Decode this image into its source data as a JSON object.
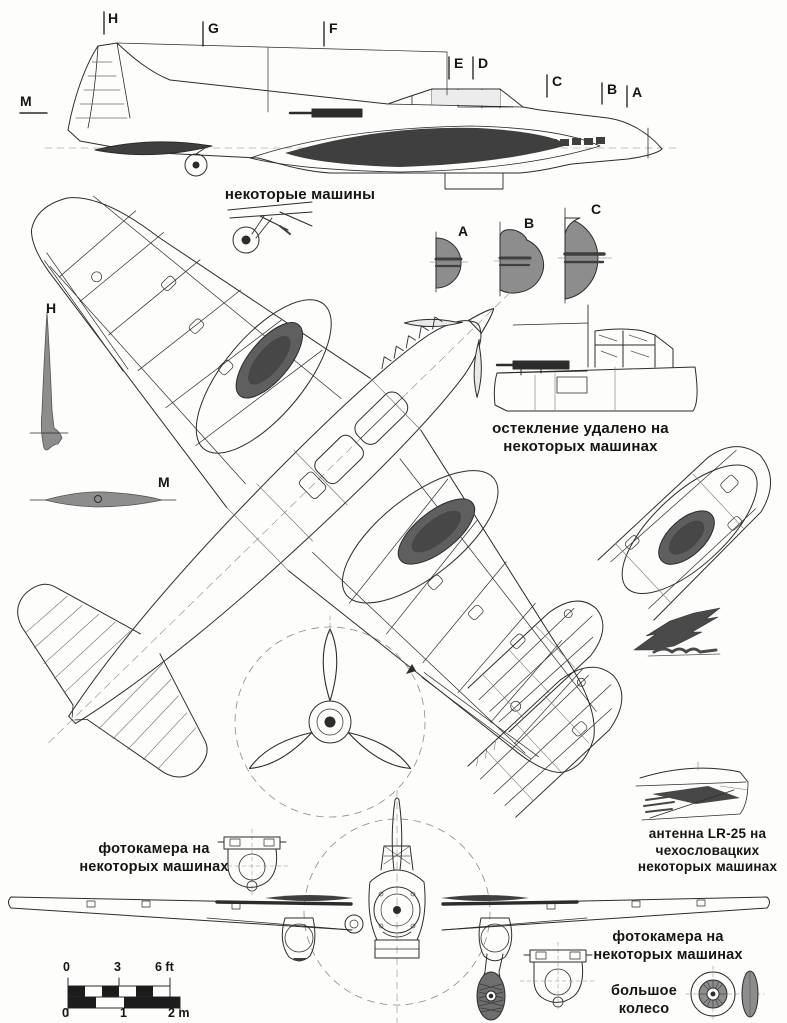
{
  "figure": "three-view line drawing of Ilyushin Il-2 ground attack aircraft",
  "colors": {
    "ink": "#2c2c2c",
    "gray_fill": "#8d8d8d",
    "dark_fill": "#3f3f3f",
    "mid_fill": "#5f5f5f",
    "paper": "#fdfdfb"
  },
  "captions": {
    "some_machines": "некоторые машины",
    "glazing_line1": "остекление удалено на",
    "glazing_line2": "некоторых машинах",
    "antenna_line1": "антенна LR-25  на",
    "antenna_line2": "чехословацких",
    "antenna_line3": "некоторых машинах",
    "camera1_line1": "фотокамера  на",
    "camera1_line2": "некоторых машинах",
    "camera2_line1": "фотокамера  на",
    "camera2_line2": "некоторых машинах",
    "big_wheel_line1": "большое",
    "big_wheel_line2": "колесо"
  },
  "sections": {
    "side": [
      "H",
      "G",
      "F",
      "E",
      "D",
      "C",
      "B",
      "A"
    ],
    "cross": [
      "A",
      "B",
      "C"
    ],
    "datum_top": "M",
    "fin": "H",
    "airfoil": "M"
  },
  "scale": {
    "ft": [
      "0",
      "3",
      "6 ft"
    ],
    "m": [
      "0",
      "1",
      "2 m"
    ]
  }
}
